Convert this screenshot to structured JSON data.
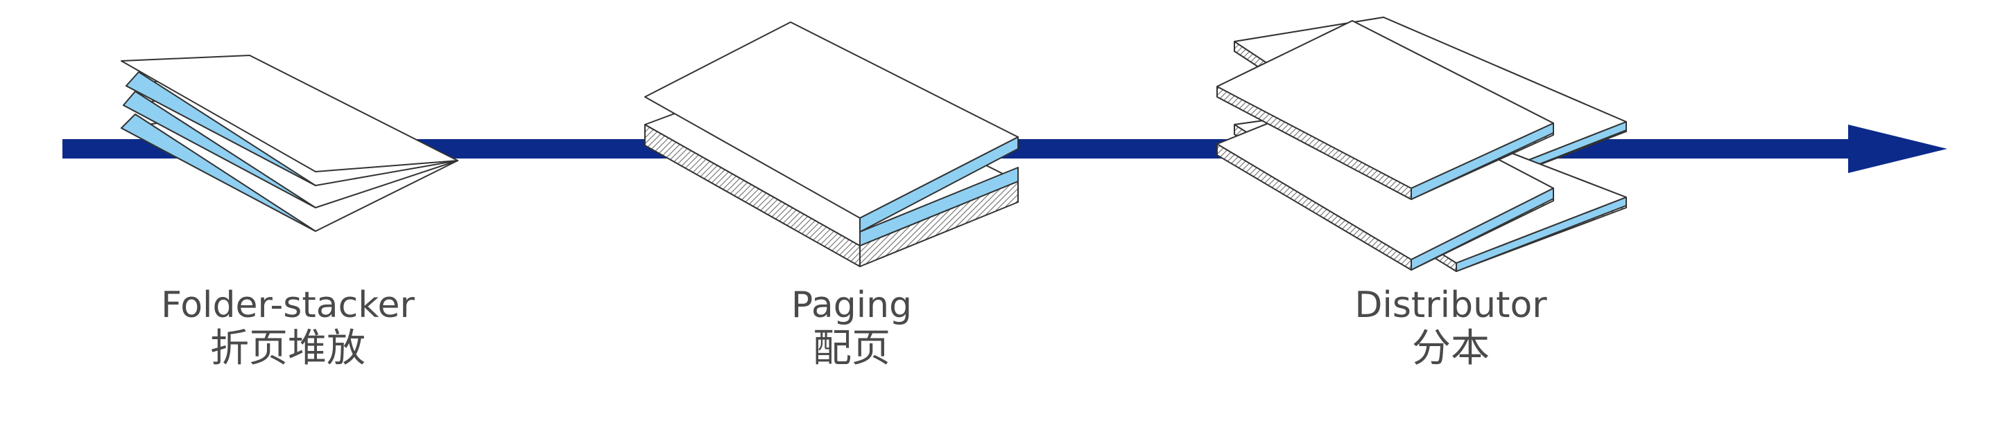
{
  "colors": {
    "arrow": "#0b2a8a",
    "sheet_fill": "#ffffff",
    "sheet_stroke": "#333333",
    "accent_blue": "#8fd0f2",
    "stack_hatch": "#7a7a7a"
  },
  "stages": [
    {
      "en": "Folder-stacker",
      "zh": "折页堆放"
    },
    {
      "en": "Paging",
      "zh": "配页"
    },
    {
      "en": "Distributor",
      "zh": "分本"
    }
  ]
}
